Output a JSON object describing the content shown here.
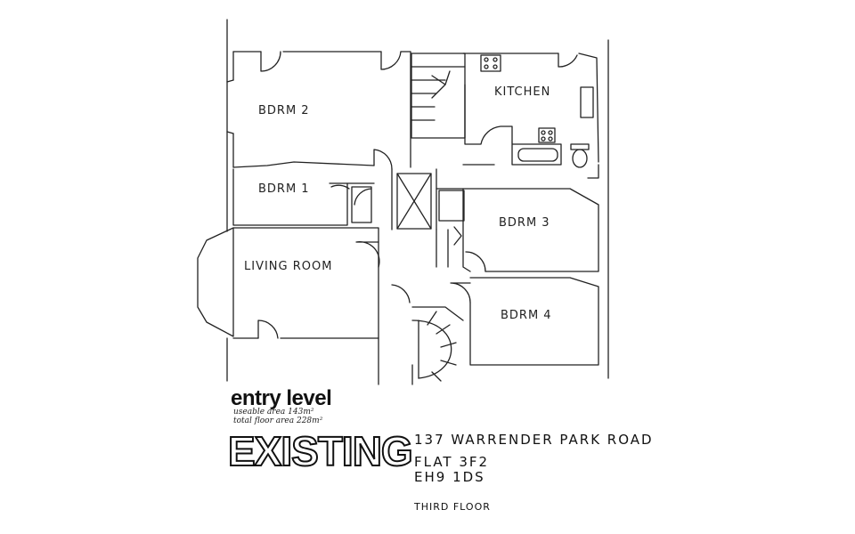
{
  "rooms": {
    "bedroom_2": "BDRM 2",
    "bedroom_1": "BDRM 1",
    "living_room": "LIVING ROOM",
    "kitchen": "KITCHEN",
    "bedroom_3": "BDRM 3",
    "bedroom_4": "BDRM 4"
  },
  "legend": {
    "level": "entry level",
    "useable_area": "useable area 143m²",
    "total_floor_area": "total floor area 228m²",
    "status": "EXISTING"
  },
  "address": {
    "line1": "137 WARRENDER PARK ROAD",
    "line2": "FLAT 3F2",
    "line3": "EH9 1DS",
    "floor": "THIRD FLOOR"
  }
}
